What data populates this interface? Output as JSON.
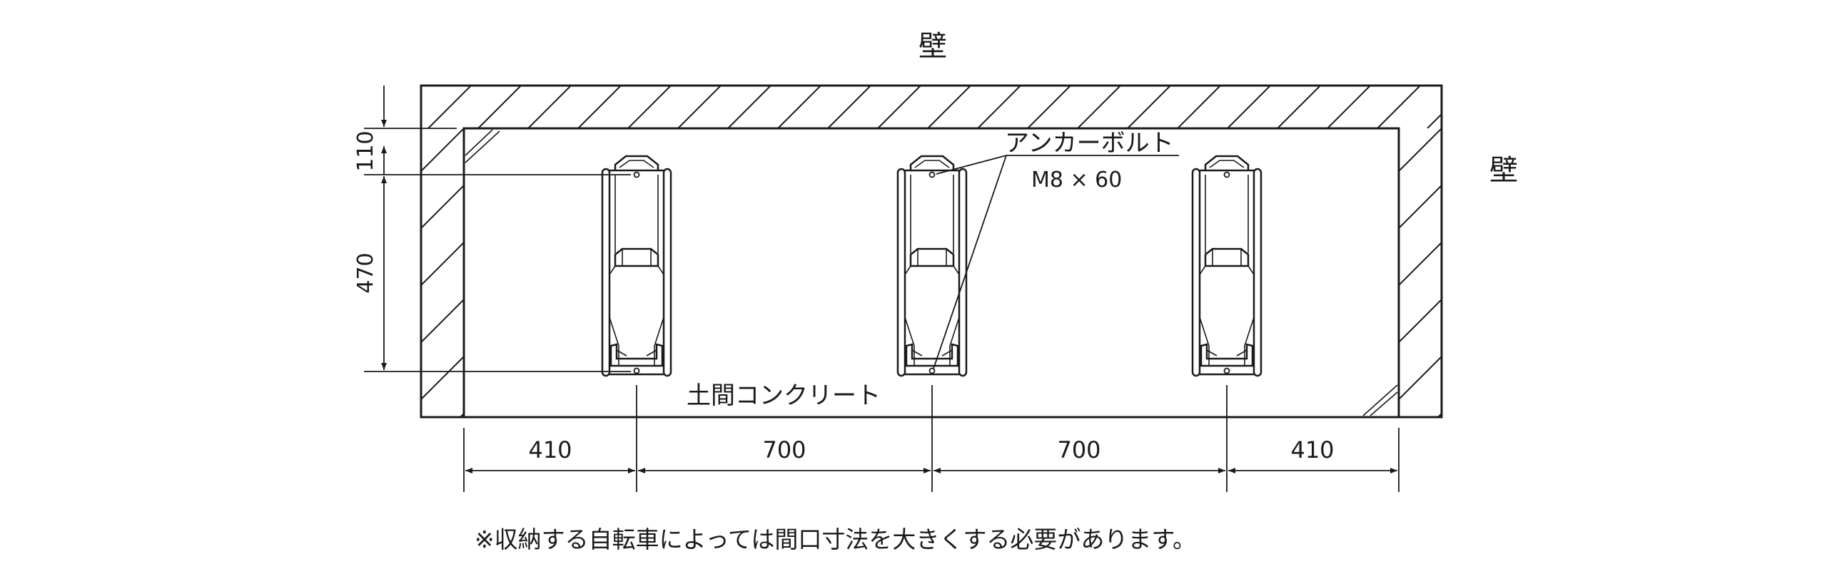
{
  "labels": {
    "wall_top": "壁",
    "wall_right": "壁",
    "anchor_bolt": "アンカーボルト",
    "anchor_size": "M8 × 60",
    "floor": "土間コンクリート",
    "note": "※収納する自転車によっては間口寸法を大きくする必要があります。"
  },
  "dimensions": {
    "vertical": [
      "110",
      "470"
    ],
    "horizontal": [
      "410",
      "700",
      "700",
      "410"
    ]
  },
  "colors": {
    "line": "#1a1a1a",
    "background": "#ffffff"
  }
}
